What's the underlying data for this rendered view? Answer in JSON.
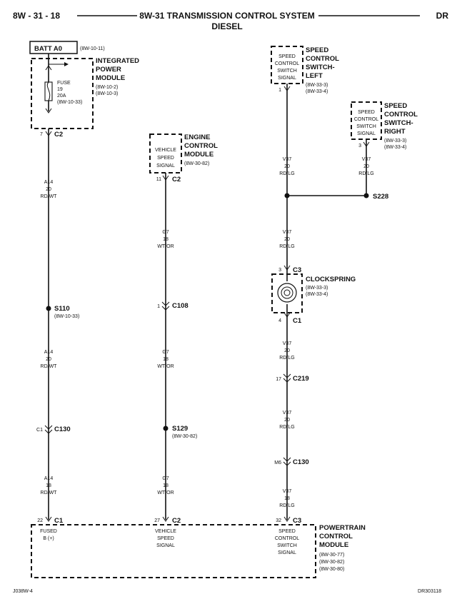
{
  "header": {
    "page_id": "8W - 31 - 18",
    "title": "8W-31 TRANSMISSION CONTROL SYSTEM",
    "subtitle": "DIESEL",
    "code": "DR"
  },
  "footer": {
    "left": "J038W-4",
    "right": "DR303118"
  },
  "batt": {
    "label": "BATT A0",
    "ref": "(8W-10-11)"
  },
  "ipm": {
    "title": [
      "INTEGRATED",
      "POWER",
      "MODULE"
    ],
    "refs": [
      "(8W-10-2)",
      "(8W-10-3)"
    ],
    "fuse": [
      "FUSE",
      "19",
      "20A",
      "(8W-10-33)"
    ],
    "pin": "7",
    "conn": "C2"
  },
  "ecm": {
    "title": [
      "ENGINE",
      "CONTROL",
      "MODULE"
    ],
    "refs": [
      "(8W-30-82)"
    ],
    "inner": [
      "VEHICLE",
      "SPEED",
      "SIGNAL"
    ],
    "pin": "11",
    "conn": "C2"
  },
  "scs_left": {
    "title": [
      "SPEED",
      "CONTROL",
      "SWITCH-",
      "LEFT"
    ],
    "refs": [
      "(8W-33-3)",
      "(8W-33-4)"
    ],
    "inner": [
      "SPEED",
      "CONTROL",
      "SWITCH",
      "SIGNAL"
    ],
    "pin": "1"
  },
  "scs_right": {
    "title": [
      "SPEED",
      "CONTROL",
      "SWITCH-",
      "RIGHT"
    ],
    "refs": [
      "(8W-33-3)",
      "(8W-33-4)"
    ],
    "inner": [
      "SPEED",
      "CONTROL",
      "SWITCH",
      "SIGNAL"
    ],
    "pin": "3"
  },
  "clockspring": {
    "title": "CLOCKSPRING",
    "refs": [
      "(8W-33-3)",
      "(8W-33-4)"
    ],
    "top_pin": "3",
    "top_conn": "C3",
    "bot_pin": "4",
    "bot_conn": "C1"
  },
  "wires": {
    "a14_top": [
      "A14",
      "20",
      "RD/WT"
    ],
    "a14_mid": [
      "A14",
      "20",
      "RD/WT"
    ],
    "a14_bot": [
      "A14",
      "18",
      "RD/WT"
    ],
    "g7_top": [
      "G7",
      "18",
      "WT/OR"
    ],
    "g7_mid": [
      "G7",
      "18",
      "WT/OR"
    ],
    "g7_bot": [
      "G7",
      "18",
      "WT/OR"
    ],
    "v37_left": [
      "V37",
      "20",
      "RD/LG"
    ],
    "v37_right": [
      "V37",
      "20",
      "RD/LG"
    ],
    "v37_a": [
      "V37",
      "20",
      "RD/LG"
    ],
    "v37_b": [
      "V37",
      "20",
      "RD/LG"
    ],
    "v37_c": [
      "V37",
      "20",
      "RD/LG"
    ],
    "v37_d": [
      "V37",
      "18",
      "RD/LG"
    ]
  },
  "splices": {
    "s110": {
      "name": "S110",
      "ref": "(8W-10-33)"
    },
    "s129": {
      "name": "S129",
      "ref": "(8W-30-82)"
    },
    "s228": {
      "name": "S228"
    }
  },
  "connectors": {
    "c130_left": {
      "pin": "C1",
      "name": "C130"
    },
    "c108": {
      "pin": "1",
      "name": "C108"
    },
    "c219": {
      "pin": "17",
      "name": "C219"
    },
    "c130_right": {
      "pin": "M6",
      "name": "C130"
    }
  },
  "pcm": {
    "title": [
      "POWERTRAIN",
      "CONTROL",
      "MODULE"
    ],
    "refs": [
      "(8W-30-77)",
      "(8W-30-82)",
      "(8W-30-80)"
    ],
    "pin1": {
      "pin": "22",
      "conn": "C1",
      "label": [
        "FUSED",
        "B (+)"
      ]
    },
    "pin2": {
      "pin": "27",
      "conn": "C2",
      "label": [
        "VEHICLE",
        "SPEED",
        "SIGNAL"
      ]
    },
    "pin3": {
      "pin": "32",
      "conn": "C3",
      "label": [
        "SPEED",
        "CONTROL",
        "SWITCH",
        "SIGNAL"
      ]
    }
  }
}
